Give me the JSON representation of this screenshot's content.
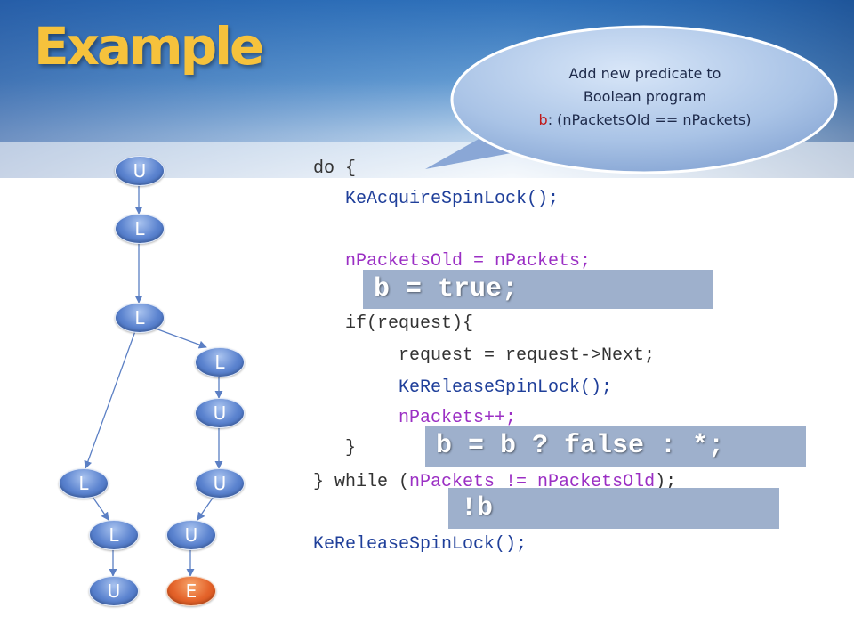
{
  "title": "Example",
  "callout": {
    "line1": "Add new predicate to",
    "line2": "Boolean program",
    "predicate_name": "b",
    "predicate_rest": ": (nPacketsOld == nPackets)"
  },
  "code": {
    "do_open": "do {",
    "acquire": "KeAcquireSpinLock();",
    "assign_old": "nPacketsOld = nPackets;",
    "if_request": "if(request){",
    "request_next": "request = request->Next;",
    "release_inner": "KeReleaseSpinLock();",
    "increment": "nPackets++;",
    "close_if": "}",
    "while_prefix": "} while (",
    "while_cond": "nPackets != nPacketsOld",
    "while_suffix": ");",
    "release_final": "KeReleaseSpinLock();"
  },
  "overlays": {
    "b_true": "b = true;",
    "b_update": "b = b ? false : *;",
    "not_b": "!b"
  },
  "tree_nodes": [
    {
      "label": "U",
      "color": "blue"
    },
    {
      "label": "L",
      "color": "blue"
    },
    {
      "label": "L",
      "color": "blue"
    },
    {
      "label": "L",
      "color": "blue"
    },
    {
      "label": "U",
      "color": "blue"
    },
    {
      "label": "L",
      "color": "blue"
    },
    {
      "label": "U",
      "color": "blue"
    },
    {
      "label": "L",
      "color": "blue"
    },
    {
      "label": "U",
      "color": "blue"
    },
    {
      "label": "U",
      "color": "blue"
    },
    {
      "label": "E",
      "color": "orange"
    }
  ],
  "colors": {
    "title": "#f6c23c",
    "node_blue": "#5b83cf",
    "node_error": "#e4632a",
    "overlay_box": "#9eb0cc",
    "keyword_blue": "#1f3f9a",
    "variable_purple": "#9b2fc4"
  }
}
